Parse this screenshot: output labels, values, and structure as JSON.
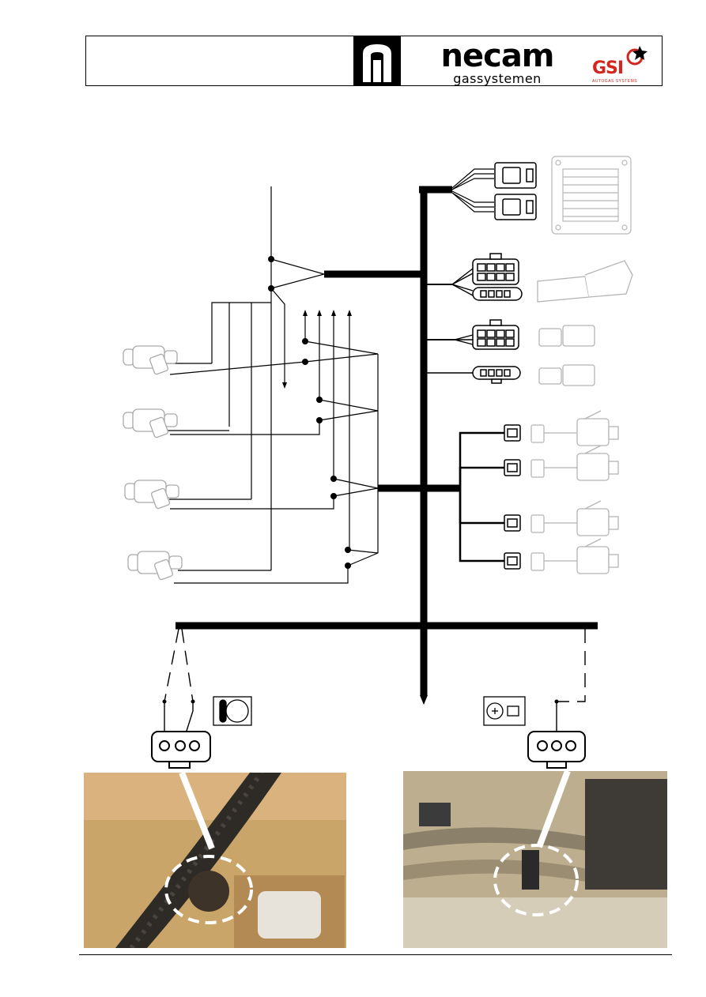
{
  "header": {
    "brand_name": "necam",
    "brand_sub": "gassystemen",
    "partner_logo": "GSI",
    "partner_sub": "AUTOGAS SYSTEMS",
    "left_logo_icon": "n-monogram-icon"
  },
  "colors": {
    "wire": "#000000",
    "photo_left_bg": "#caa56a",
    "photo_right_bg": "#bcae8f",
    "gsi_red": "#d2261f"
  },
  "icons": {
    "ecu": "ecu-module-icon",
    "injector": "injector-icon",
    "connector": "connector-icon",
    "sensor_symbol_left": "temperature-sensor-symbol-icon",
    "sensor_symbol_right": "position-sensor-symbol-icon"
  }
}
